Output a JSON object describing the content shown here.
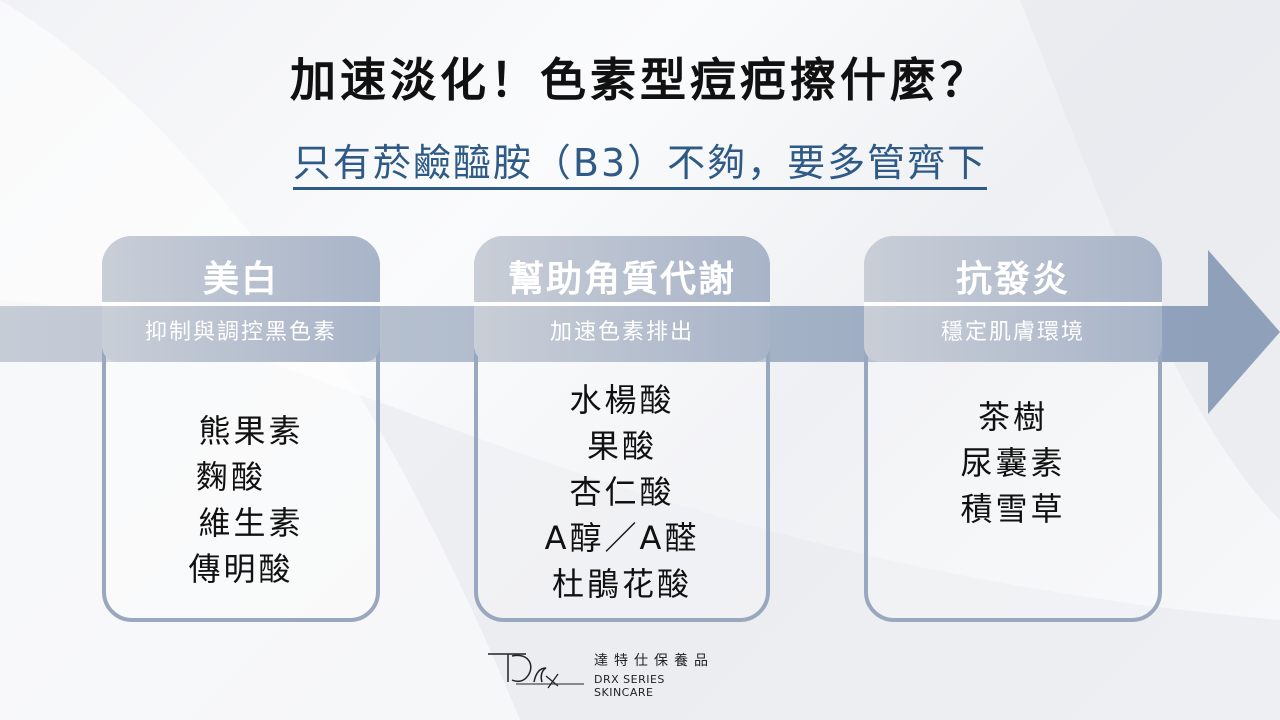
{
  "title": "加速淡化！色素型痘疤擦什麼？",
  "subtitle": "只有菸鹼醯胺（B3）不夠，要多管齊下",
  "cards": [
    {
      "title": "美白",
      "subtitle": "抑制與調控黑色素",
      "items": [
        "熊果素",
        "麴酸",
        "維生素",
        "傳明酸"
      ]
    },
    {
      "title": "幫助角質代謝",
      "subtitle": "加速色素排出",
      "items": [
        "水楊酸",
        "果酸",
        "杏仁酸",
        "A醇／A醛",
        "杜鵑花酸"
      ]
    },
    {
      "title": "抗發炎",
      "subtitle": "穩定肌膚環境",
      "items": [
        "茶樹",
        "尿囊素",
        "積雪草"
      ]
    }
  ],
  "brand": {
    "chinese": "達特仕保養品",
    "english": "DRX SERIES SKINCARE",
    "mark": "DRx"
  },
  "colors": {
    "accent": "#2f5a86",
    "card_border": "#9aa8bf",
    "band": "#a9b6c9"
  }
}
